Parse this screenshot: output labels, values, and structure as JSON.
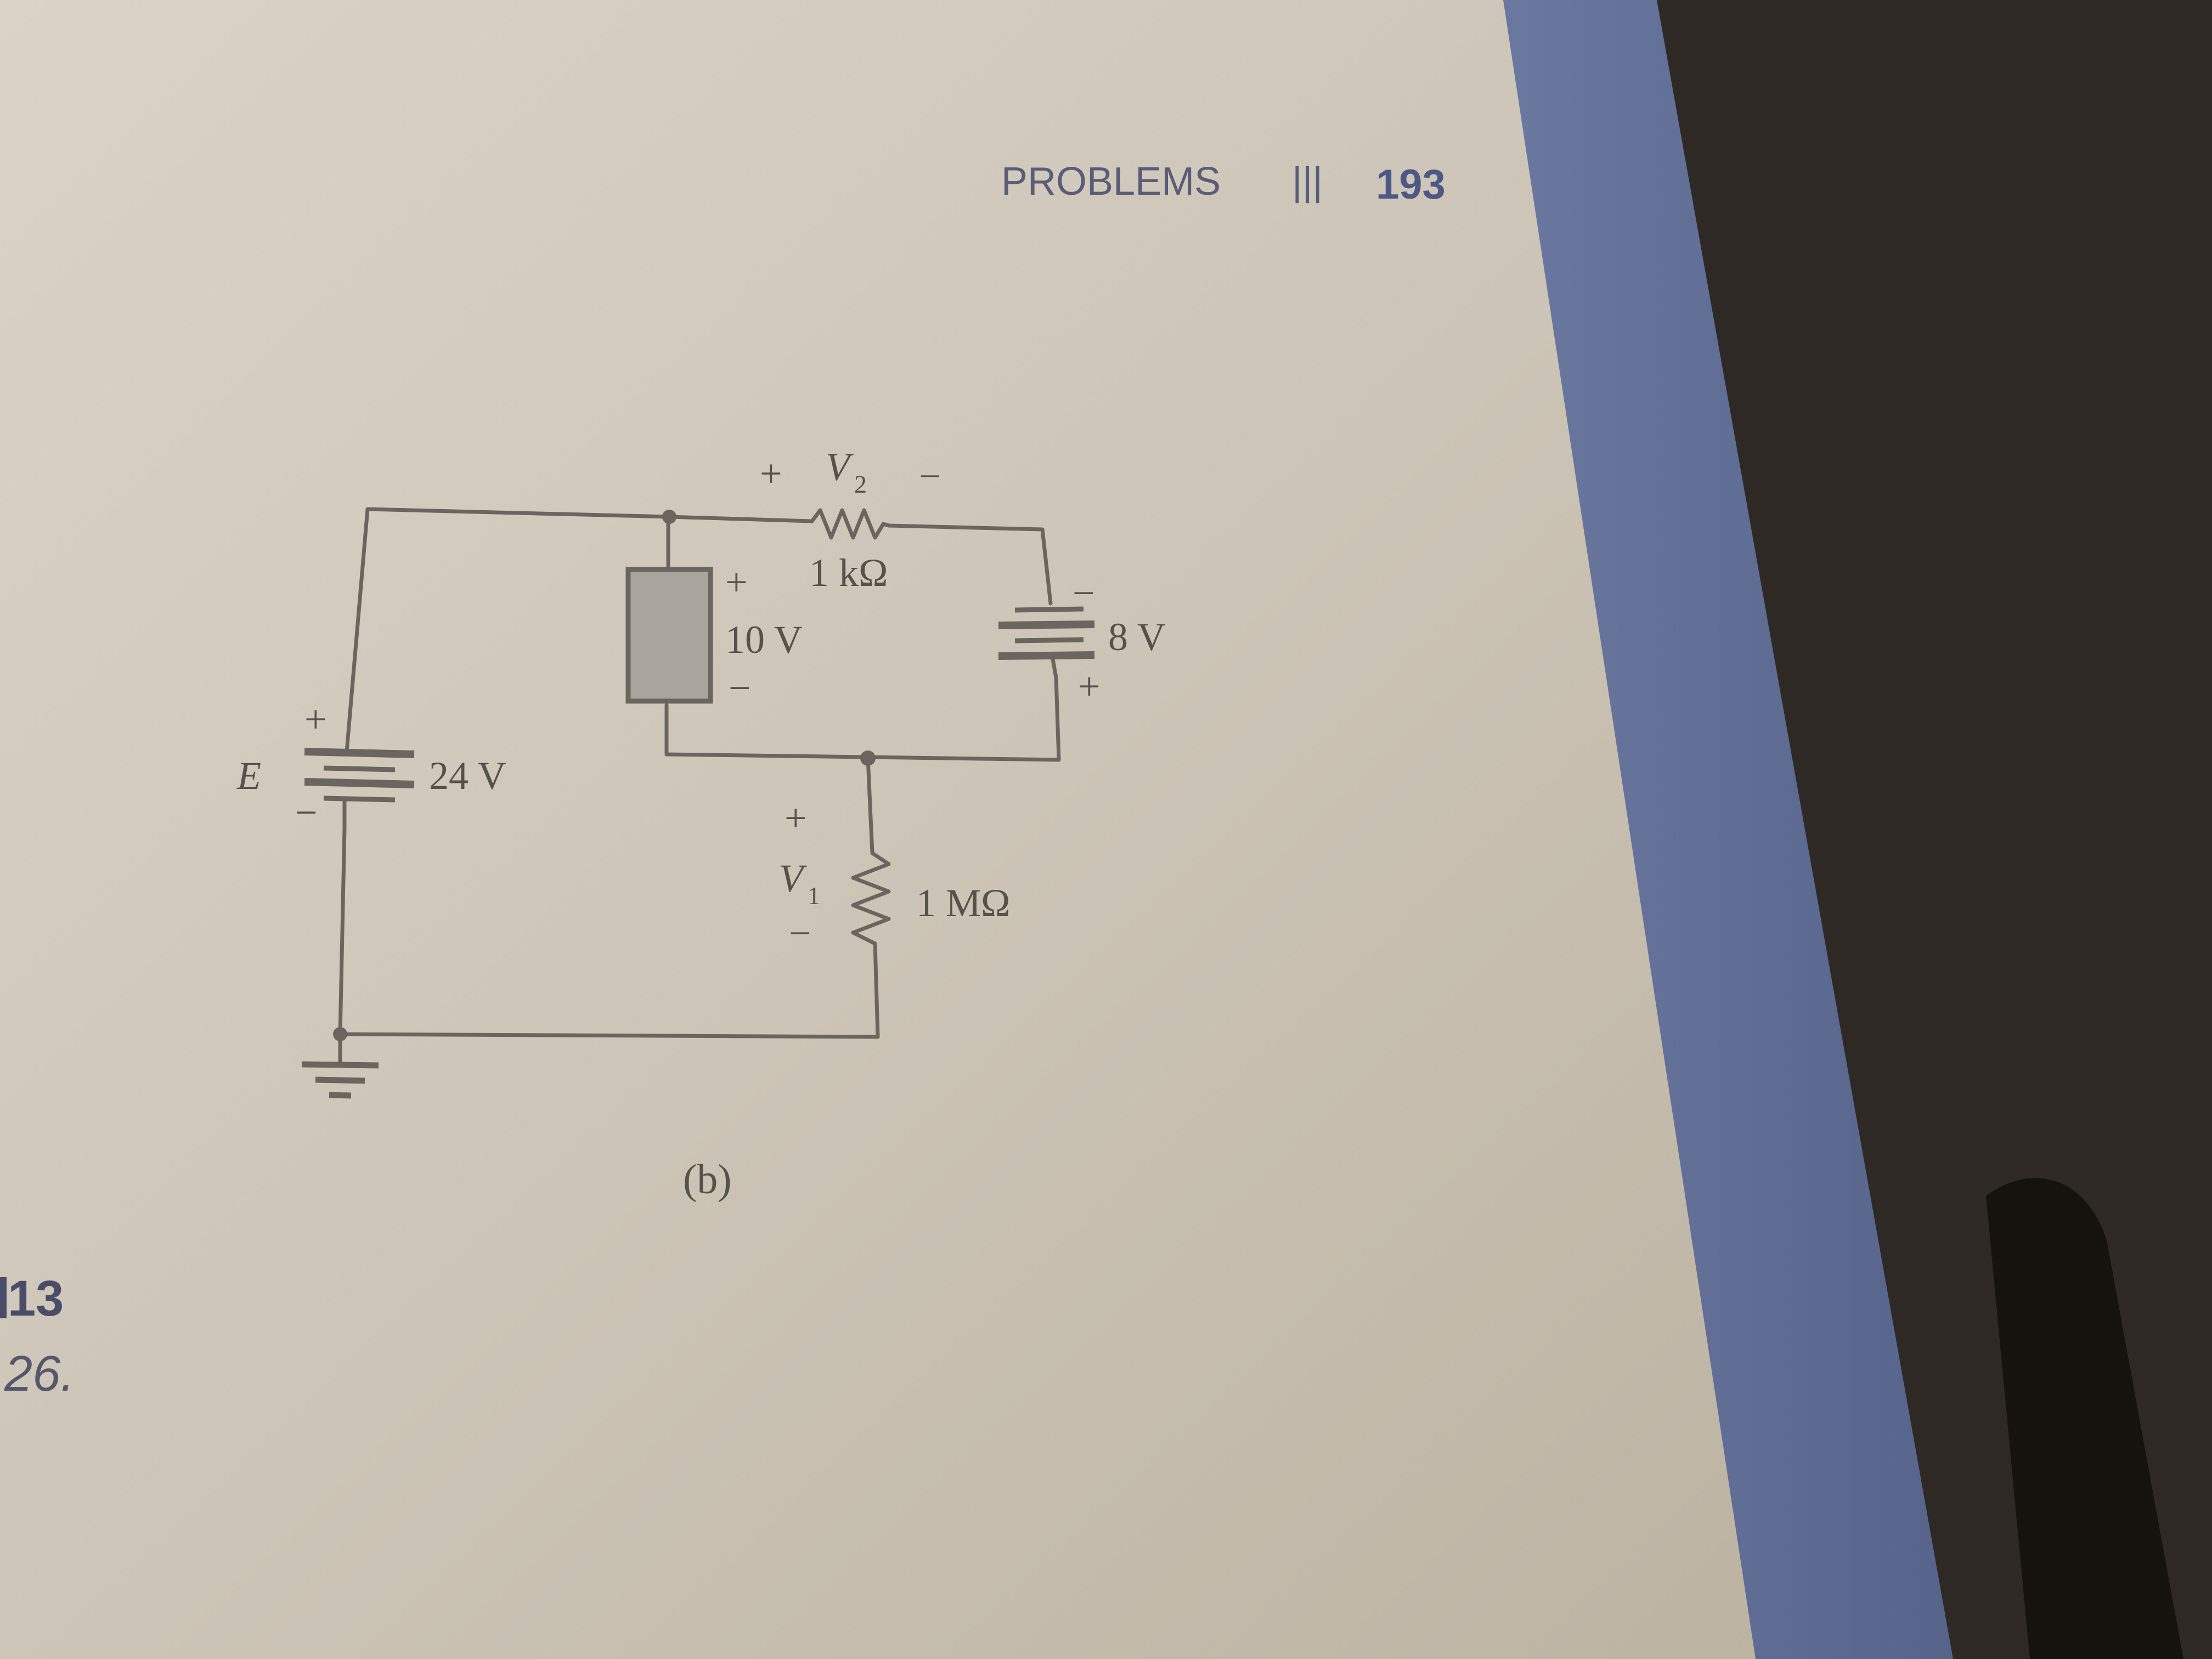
{
  "page_header": {
    "section": "PROBLEMS",
    "separator": "|||",
    "page_number": "193"
  },
  "figure_caption": "(b)",
  "margin": {
    "problem_ref": "13",
    "next_problem": "26."
  },
  "circuit": {
    "source_E": {
      "symbol": "E",
      "value": "24 V",
      "plus": "+",
      "minus": "−"
    },
    "element_box": {
      "value": "10 V",
      "plus": "+",
      "minus": "−"
    },
    "resistor_top": {
      "value": "1 kΩ",
      "voltage": "V",
      "voltage_sub": "2",
      "plus": "+",
      "minus": "−"
    },
    "battery_right": {
      "value": "8 V",
      "minus": "−",
      "plus": "+"
    },
    "resistor_bottom": {
      "value": "1 MΩ",
      "voltage": "V",
      "voltage_sub": "1",
      "plus": "+",
      "minus": "−"
    },
    "ground_icon": "ground-symbol"
  },
  "colors": {
    "paper": "#cdc4b6",
    "ink": "#6a665f",
    "book_edge_blue": "#5f6d95",
    "box_fill": "#a8a39b",
    "background": "#2e2924"
  }
}
